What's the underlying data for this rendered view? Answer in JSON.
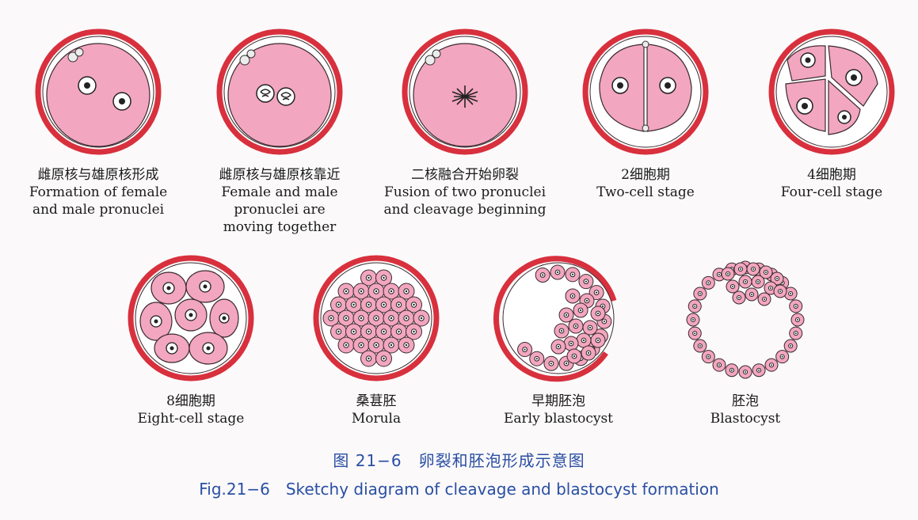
{
  "stages": [
    {
      "zh": "雌原核与雄原核形成",
      "en": [
        "Formation of female",
        "and male pronuclei"
      ]
    },
    {
      "zh": "雌原核与雄原核靠近",
      "en": [
        "Female and male",
        "pronuclei are",
        "moving together"
      ]
    },
    {
      "zh": "二核融合开始卵裂",
      "en": [
        "Fusion of two pronuclei",
        "and cleavage beginning"
      ]
    },
    {
      "zh": "2细胞期",
      "en": [
        "Two-cell stage"
      ]
    },
    {
      "zh": "4细胞期",
      "en": [
        "Four-cell stage"
      ]
    },
    {
      "zh": "8细胞期",
      "en": [
        "Eight-cell stage"
      ]
    },
    {
      "zh": "桑葚胚",
      "en": [
        "Morula"
      ]
    },
    {
      "zh": "早期胚泡",
      "en": [
        "Early blastocyst"
      ]
    },
    {
      "zh": "胚泡",
      "en": [
        "Blastocyst"
      ]
    }
  ],
  "figure_caption": {
    "zh": "图 21−6　卵裂和胚泡形成示意图",
    "en": "Fig.21−6　Sketchy diagram of cleavage and blastocyst formation"
  },
  "colors": {
    "zona": "#d8303d",
    "cytoplasm": "#f3a6bf",
    "cell_outline": "#3a2a2e",
    "caption_blue": "#2a4fa3"
  }
}
